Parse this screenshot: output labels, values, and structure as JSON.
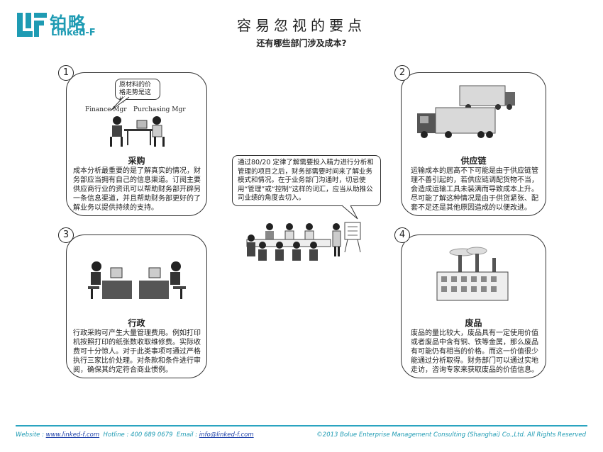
{
  "logo": {
    "cn": "铂略",
    "en": "Linked-F"
  },
  "header": {
    "title": "容易忽视的要点",
    "subtitle": "还有哪些部门涉及成本?"
  },
  "cards": [
    {
      "number": "1",
      "heading": "采购",
      "body": "成本分析最重要的是了解真实的情况，财务部应当拥有自己的信息渠道。订阅主要供应商行业的资讯可以帮助财务部开辟另一条信息渠道，并且帮助财务部更好的了解业务以提供持续的支持。",
      "bubble": "原材料的价格走势是这样",
      "label_left": "Finance Mgr",
      "label_right": "Purchasing Mgr"
    },
    {
      "number": "2",
      "heading": "供应链",
      "body": "运输成本的居高不下可能是由于供应链管理不善引起的，若供应链调配货物不当，会造成运输工具未装满而导致成本上升。尽可能了解这种情况是由于供货紧张、配套不足还是其他原因造成的以便改进。"
    },
    {
      "number": "3",
      "heading": "行政",
      "body": "行政采购可产生大量管理费用。例如打印机按照打印的纸张数收取维修费。实际收费可十分惊人。对于此类事项可通过严格执行三家比价处理。对条款和条件进行审阅，确保其约定符合商业惯例。"
    },
    {
      "number": "4",
      "heading": "废品",
      "body": "废品的量比较大，废品具有一定使用价值或者废品中含有铜、铁等金属，那么废品有可能仍有相当的价格。而这一价值很少能通过分析取得。财务部门可以通过实地走访，咨询专家来获取废品的价值信息。"
    }
  ],
  "center_bubble": "通过80/20 定律了解需要投入精力进行分析和管理的项目之后，财务部需要时间来了解业务模式和情况。在于业务部门沟通时，切忌使用“管理”或“控制”这样的词汇，应当从助推公司业绩的角度去切入。",
  "footer": {
    "website_label": "Website : ",
    "website": "www.linked-f.com",
    "hotline": "Hotline : 400 689 0679",
    "email_label": "Email : ",
    "email": "info@linked-f.com",
    "copyright": "©2013 Bolue Enterprise Management Consulting (Shanghai) Co.,Ltd. All Rights Reserved"
  },
  "colors": {
    "brand": "#1e9bb3",
    "link": "#1b3fa8",
    "outline": "#333333"
  }
}
